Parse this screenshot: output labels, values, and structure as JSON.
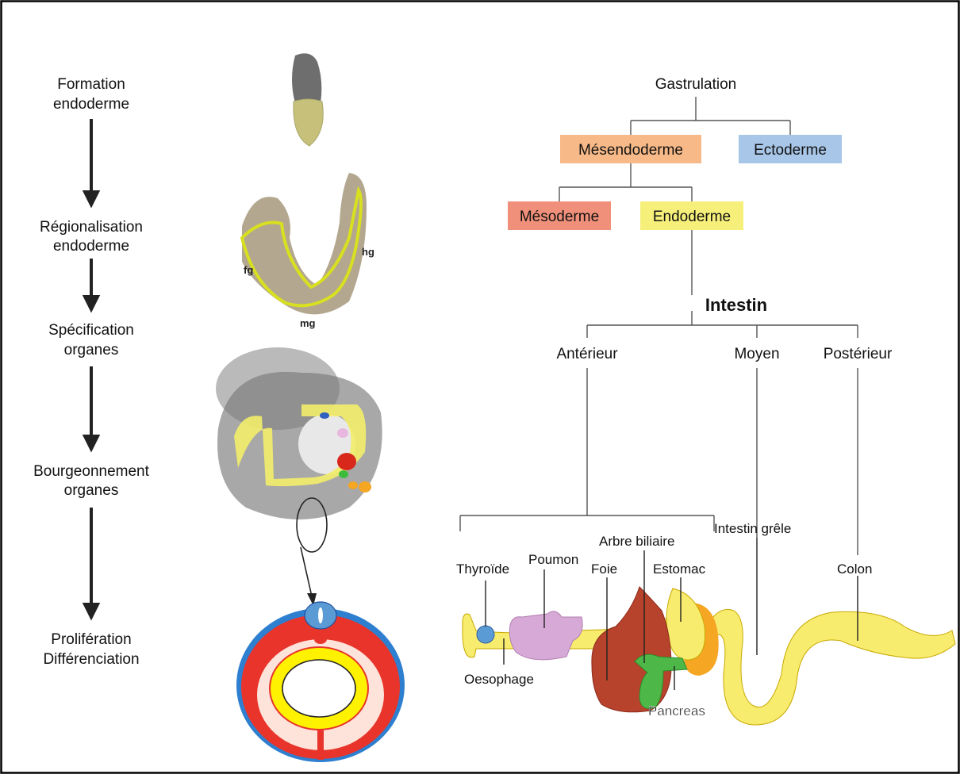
{
  "stages": [
    {
      "line1": "Formation",
      "line2": "endoderme"
    },
    {
      "line1": "Régionalisation",
      "line2": "endoderme"
    },
    {
      "line1": "Spécification",
      "line2": "organes"
    },
    {
      "line1": "Bourgeonnement",
      "line2": "organes"
    },
    {
      "line1": "Prolifération",
      "line2": "Différenciation"
    }
  ],
  "embryo_labels": {
    "fg": "fg",
    "hg": "hg",
    "mg": "mg"
  },
  "tree": {
    "root": "Gastrulation",
    "mesendoderme": "Mésendoderme",
    "ectoderme": "Ectoderme",
    "mesoderme": "Mésoderme",
    "endoderme": "Endoderme",
    "intestin": "Intestin",
    "anterieur": "Antérieur",
    "moyen": "Moyen",
    "posterieur": "Postérieur"
  },
  "organs": {
    "poumon": "Poumon",
    "arbre_biliaire": "Arbre biliaire",
    "intestin_grele": "Intestin grêle",
    "thyroide": "Thyroïde",
    "foie": "Foie",
    "estomac": "Estomac",
    "colon": "Colon",
    "oesophage": "Oesophage",
    "pancreas": "Pancreas"
  },
  "colors": {
    "mesendoderme": "#f7b987",
    "ectoderme": "#a8c6e8",
    "mesoderme": "#f0907a",
    "endoderme": "#f6f07a",
    "gut": "#f7ec6e",
    "thyroid": "#5b9bd5",
    "lung": "#d7a9d6",
    "liver": "#b8432c",
    "pancreas": "#4db848",
    "stomach_outer": "#f5a623",
    "section_red": "#e8342a",
    "section_blue": "#2f7fd0"
  }
}
